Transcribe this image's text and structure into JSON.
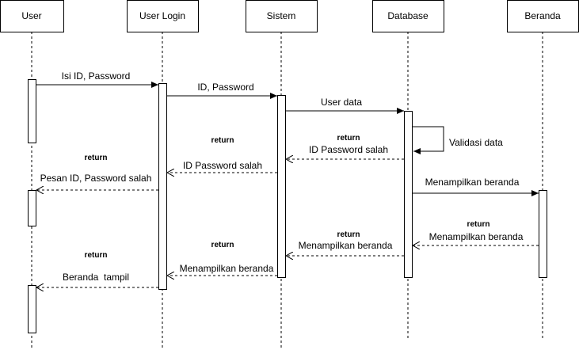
{
  "participants": [
    {
      "id": "user",
      "label": "User"
    },
    {
      "id": "login",
      "label": "User Login"
    },
    {
      "id": "sistem",
      "label": "Sistem"
    },
    {
      "id": "db",
      "label": "Database"
    },
    {
      "id": "beranda",
      "label": "Beranda"
    }
  ],
  "messages": {
    "m1": "Isi ID, Password",
    "m2": "ID, Password",
    "m3": "User data",
    "m4": "Validasi data",
    "m5_ret": "return",
    "m5": "ID Password salah",
    "m6_ret": "return",
    "m6": "ID Password salah",
    "m7_ret": "return",
    "m7": "Pesan ID, Password salah",
    "m8": "Menampilkan beranda",
    "m9_ret": "return",
    "m9": "Menampilkan beranda",
    "m10_ret": "return",
    "m10": "Menampilkan beranda",
    "m11_ret": "return",
    "m11": "Menampilkan beranda",
    "m12_ret": "return",
    "m12": "Beranda  tampil"
  }
}
